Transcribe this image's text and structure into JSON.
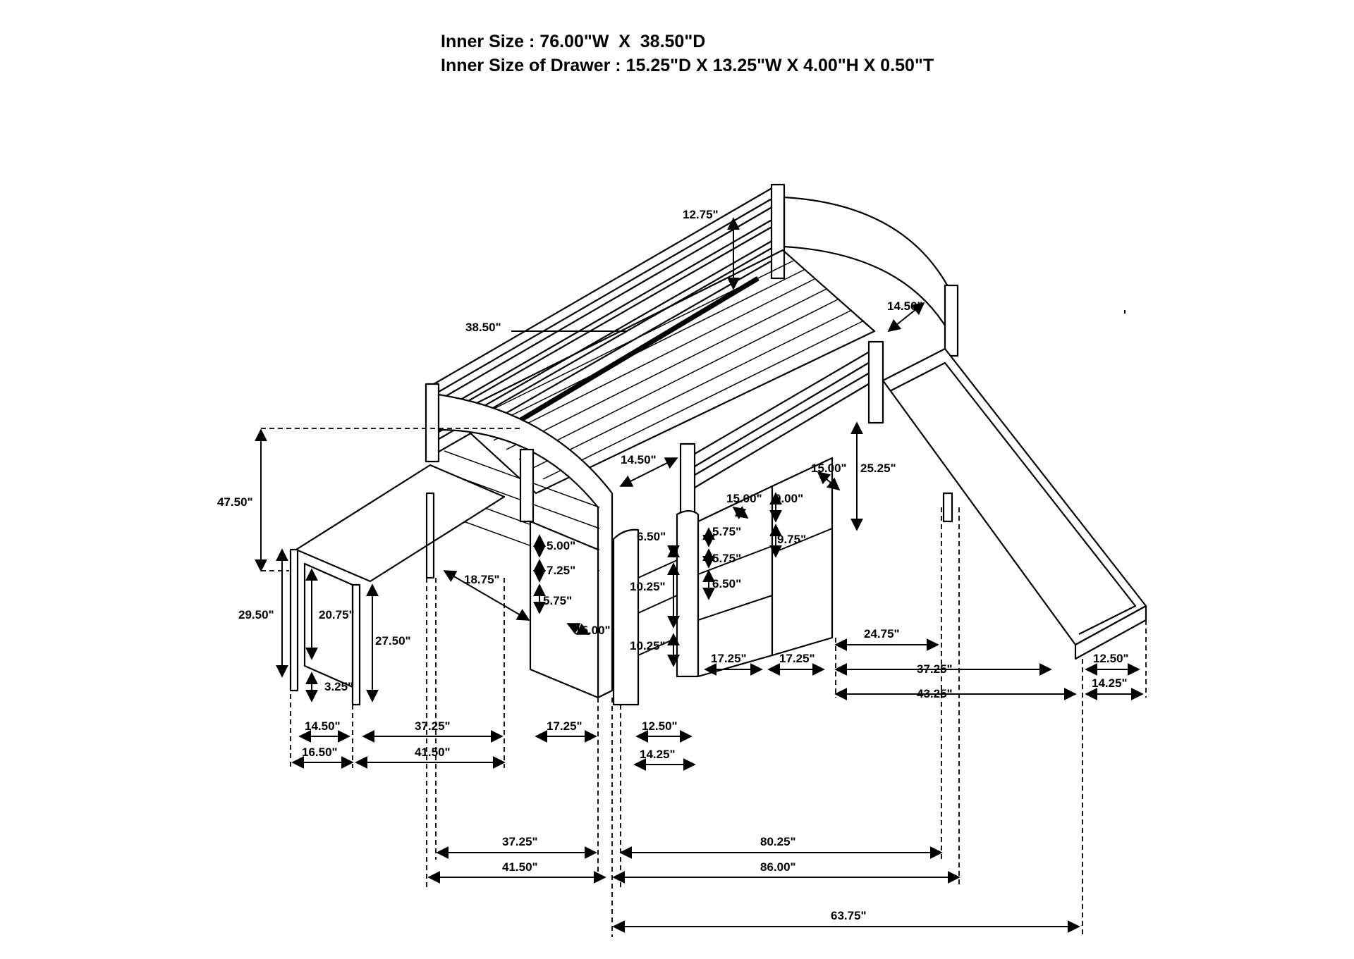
{
  "header": {
    "line1": "Inner Size : 76.00\"W  X  38.50\"D",
    "line2": "Inner Size of Drawer : 15.25\"D X 13.25\"W X 4.00\"H X 0.50\"T"
  },
  "dimensions": {
    "bed_rail_height": "12.75\"",
    "bed_width": "38.50\"",
    "headboard_width": "14.50\"",
    "footboard_width": "14.50\"",
    "overall_height": "47.50\"",
    "desk_height": "29.50\"",
    "desk_leg_inner": "20.75\"",
    "desk_under": "27.50\"",
    "desk_foot": "3.25\"",
    "desk_depth_inner": "14.50\"",
    "desk_depth": "16.50\"",
    "desk_length_inner": "37.25\"",
    "desk_length": "41.50\"",
    "desk_slide_angle": "18.75\"",
    "shelf_1": "5.00\"",
    "shelf_2": "7.25\"",
    "shelf_3": "5.75\"",
    "shelf_depth": "15.00\"",
    "shelf_width": "17.25\"",
    "ladder_top": "6.50\"",
    "ladder_step_1": "10.25\"",
    "ladder_step_2": "10.25\"",
    "ladder_inner": "12.50\"",
    "ladder_outer": "14.25\"",
    "drawer_h1": "5.75\"",
    "drawer_h2": "5.75\"",
    "drawer_h3": "6.50\"",
    "drawer_depth": "15.00\"",
    "cubby_depth": "15.00\"",
    "cubby_h1": "9.00\"",
    "cubby_h2": "9.75\"",
    "drawer_width": "17.25\"",
    "cubby_width": "17.25\"",
    "clearance": "25.25\"",
    "slide_span": "24.75\"",
    "slide_run": "37.25\"",
    "slide_total": "43.25\"",
    "slide_inner": "12.50\"",
    "slide_outer": "14.25\"",
    "bottom_inner_left": "37.25\"",
    "bottom_outer_left": "41.50\"",
    "bottom_inner_mid": "80.25\"",
    "bottom_outer_mid": "86.00\"",
    "bottom_slide": "63.75\""
  }
}
